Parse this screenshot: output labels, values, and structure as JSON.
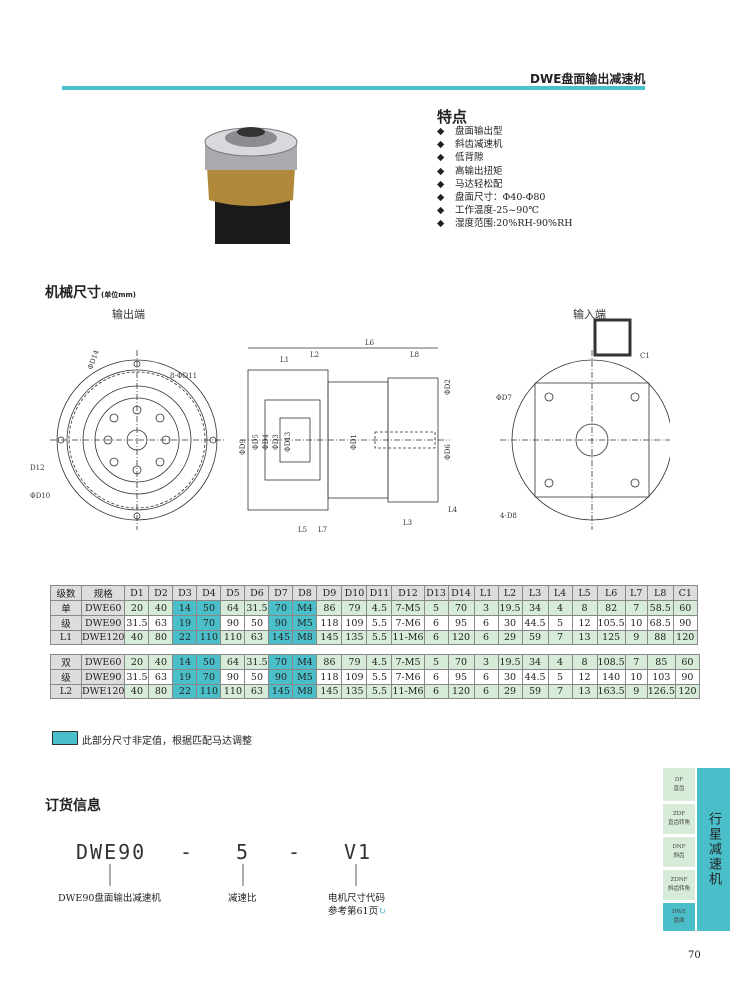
{
  "header": {
    "title": "DWE盘面输出减速机"
  },
  "features": {
    "title": "特点",
    "items": [
      "盘面输出型",
      "斜齿减速机",
      "低背隙",
      "高输出扭矩",
      "马达轻松配",
      "盘面尺寸：Φ40-Φ80",
      "工作温度-25~90℃",
      "湿度范围:20%RH-90%RH"
    ]
  },
  "mechanical": {
    "title": "机械尺寸",
    "unit": "(单位mm)",
    "output_end": "输出端",
    "input_end": "输入端",
    "labels": {
      "d11": "8-ΦD11",
      "d14": "ΦD14",
      "d13": "ΦD13",
      "d12": "D12",
      "d10": "ΦD10",
      "d9": "ΦD9",
      "d5": "ΦD5",
      "d4": "ΦD4",
      "d3": "ΦD3",
      "d1": "ΦD1",
      "d2": "ΦD2",
      "d6": "ΦD6",
      "l1": "L1",
      "l2": "L2",
      "l3": "L3",
      "l4": "L4",
      "l5": "L5",
      "l6": "L6",
      "l7": "L7",
      "l8": "L8",
      "d7": "ΦD7",
      "d8": "4-D8",
      "c1": "C1"
    }
  },
  "table": {
    "headers": [
      "级数",
      "规格",
      "D1",
      "D2",
      "D3",
      "D4",
      "D5",
      "D6",
      "D7",
      "D8",
      "D9",
      "D10",
      "D11",
      "D12",
      "D13",
      "D14",
      "L1",
      "L2",
      "L3",
      "L4",
      "L5",
      "L6",
      "L7",
      "L8",
      "C1"
    ],
    "single": {
      "stage": [
        "单",
        "级",
        "L1"
      ],
      "rows": [
        [
          "DWE60",
          "20",
          "40",
          "14",
          "50",
          "64",
          "31.5",
          "70",
          "M4",
          "86",
          "79",
          "4.5",
          "7-M5",
          "5",
          "70",
          "3",
          "19.5",
          "34",
          "4",
          "8",
          "82",
          "7",
          "58.5",
          "60"
        ],
        [
          "DWE90",
          "31.5",
          "63",
          "19",
          "70",
          "90",
          "50",
          "90",
          "M5",
          "118",
          "109",
          "5.5",
          "7-M6",
          "6",
          "95",
          "6",
          "30",
          "44.5",
          "5",
          "12",
          "105.5",
          "10",
          "68.5",
          "90"
        ],
        [
          "DWE120",
          "40",
          "80",
          "22",
          "110",
          "110",
          "63",
          "145",
          "M8",
          "145",
          "135",
          "5.5",
          "11-M6",
          "6",
          "120",
          "6",
          "29",
          "59",
          "7",
          "13",
          "125",
          "9",
          "88",
          "120"
        ]
      ]
    },
    "double": {
      "stage": [
        "双",
        "级",
        "L2"
      ],
      "rows": [
        [
          "DWE60",
          "20",
          "40",
          "14",
          "50",
          "64",
          "31.5",
          "70",
          "M4",
          "86",
          "79",
          "4.5",
          "7-M5",
          "5",
          "70",
          "3",
          "19.5",
          "34",
          "4",
          "8",
          "108.5",
          "7",
          "85",
          "60"
        ],
        [
          "DWE90",
          "31.5",
          "63",
          "19",
          "70",
          "90",
          "50",
          "90",
          "M5",
          "118",
          "109",
          "5.5",
          "7-M6",
          "6",
          "95",
          "6",
          "30",
          "44.5",
          "5",
          "12",
          "140",
          "10",
          "103",
          "90"
        ],
        [
          "DWE120",
          "40",
          "80",
          "22",
          "110",
          "110",
          "63",
          "145",
          "M8",
          "145",
          "135",
          "5.5",
          "11-M6",
          "6",
          "120",
          "6",
          "29",
          "59",
          "7",
          "13",
          "163.5",
          "9",
          "126.5",
          "120"
        ]
      ]
    }
  },
  "legend": "此部分尺寸非定值，根据匹配马达调整",
  "order": {
    "title": "订货信息",
    "model": "DWE90",
    "dash": "-",
    "ratio": "5",
    "motor": "V1",
    "model_caption": "DWE90盘面输出减速机",
    "ratio_caption": "减速比",
    "motor_caption": "电机尺寸代码",
    "motor_ref": "参考第61页"
  },
  "side": {
    "main": "行星减速机",
    "tabs": [
      [
        "DF",
        "直齿"
      ],
      [
        "ZDF",
        "直齿转角"
      ],
      [
        "DNF",
        "斜齿"
      ],
      [
        "ZDNF",
        "斜齿转角"
      ],
      [
        "DWE",
        "盘面"
      ]
    ]
  },
  "page_number": "70",
  "colors": {
    "accent": "#4bbfc9",
    "light": "#d6ecd9"
  }
}
